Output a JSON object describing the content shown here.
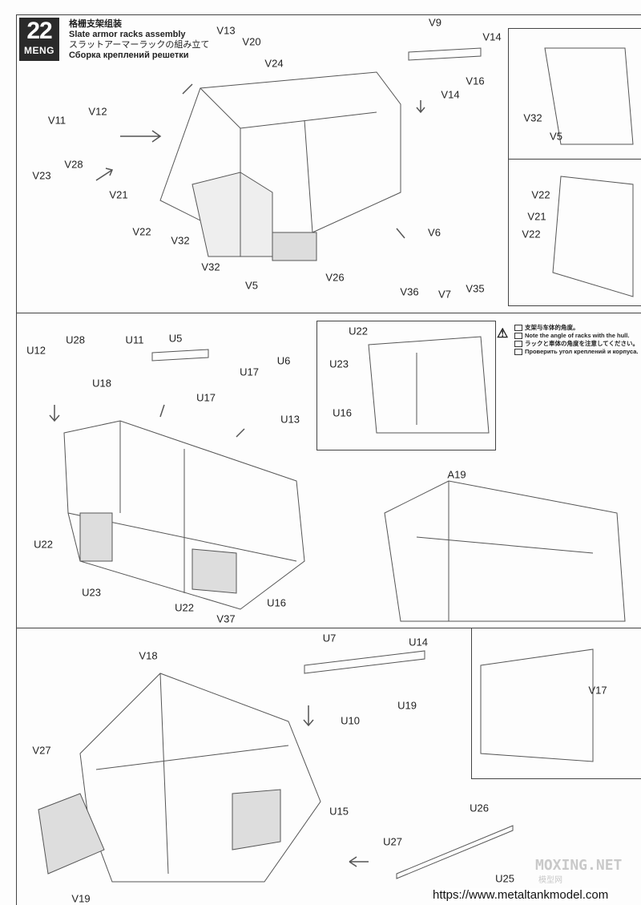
{
  "step": {
    "number": "22",
    "brand": "MENG"
  },
  "titles": {
    "zh": "格栅支架组装",
    "en": "Slate armor racks assembly",
    "ja": "スラットアーマーラックの組み立て",
    "ru": "Сборка креплений решетки"
  },
  "note": {
    "icon": "warning-triangle-icon",
    "zh": "支架与车体的角度。",
    "en": "Note the angle of racks with the hull.",
    "ja": "ラックと車体の角度を注意してください。",
    "ru": "Проверить угол креплений и корпуса."
  },
  "labels": [
    "V13",
    "V20",
    "V24",
    "V9",
    "V14",
    "V16",
    "V14",
    "V12",
    "V11",
    "V28",
    "V23",
    "V21",
    "V22",
    "V32",
    "V32",
    "V5",
    "V26",
    "V6",
    "V36",
    "V7",
    "V35",
    "V32",
    "V5",
    "V22",
    "V21",
    "V22",
    "U22",
    "U23",
    "U16",
    "U12",
    "U28",
    "U18",
    "U11",
    "U5",
    "U17",
    "U17",
    "U6",
    "U13",
    "A19",
    "U22",
    "U23",
    "U22",
    "V37",
    "U16",
    "U7",
    "U14",
    "V18",
    "U10",
    "U19",
    "V17",
    "V27",
    "U15",
    "U26",
    "U27",
    "U25",
    "V19"
  ],
  "watermark": {
    "main": "MOXING.NET",
    "sub": "模型网"
  },
  "url": "https://www.metaltankmodel.com"
}
